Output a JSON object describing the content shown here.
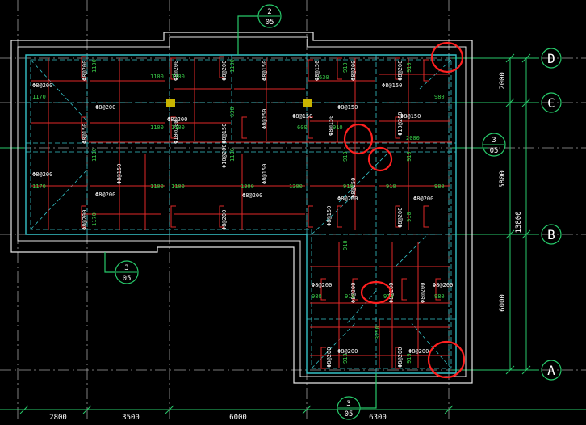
{
  "colors": {
    "background": "#000000",
    "axis_line": "#27c96a",
    "grid_dash": "#c8c8c8",
    "wall": "#e6e6e6",
    "slab_edge": "#35c2c8",
    "rebar": "#e02828",
    "text_white": "#ffffff",
    "text_green": "#3ad04a",
    "column": "#c8b400",
    "markup": "#ff2020"
  },
  "axis_labels": {
    "D": "D",
    "C": "C",
    "B": "B",
    "A": "A"
  },
  "section_markers": [
    {
      "id": "top",
      "number": "2",
      "sheet": "05"
    },
    {
      "id": "right",
      "number": "3",
      "sheet": "05"
    },
    {
      "id": "left-bottom",
      "number": "3",
      "sheet": "05"
    },
    {
      "id": "bottom",
      "number": "3",
      "sheet": "05"
    }
  ],
  "dimensions_right": [
    "2000",
    "5800",
    "6000",
    "13800"
  ],
  "dimensions_bottom": [
    "2800",
    "3500",
    "6000",
    "6300"
  ],
  "rebar_labels": {
    "phi8_200": "Φ8@200",
    "phi8_150": "Φ8@150",
    "phi10_200": "Φ10@200",
    "phi8_100": "Φ8@100"
  },
  "lengths": {
    "l1100": "1100",
    "l1170": "1170",
    "l1300": "1300",
    "l910": "910",
    "l980": "980",
    "l630": "630",
    "l600": "600",
    "l2000": "2000",
    "l3250": "3250"
  }
}
